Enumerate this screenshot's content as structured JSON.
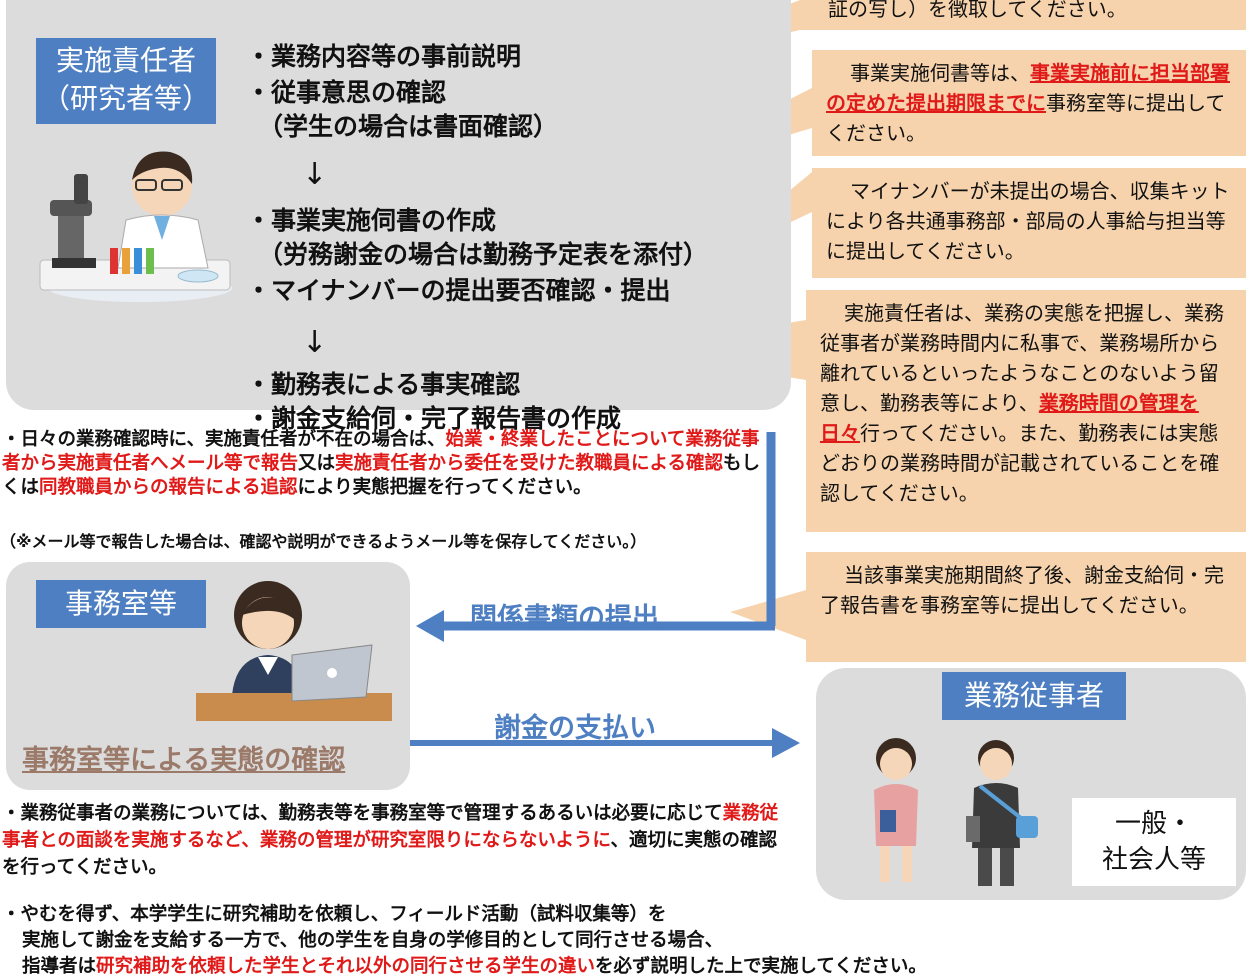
{
  "panel_top": {
    "role_label_line1": "実施責任者",
    "role_label_line2": "（研究者等）",
    "steps": [
      "・業務内容等の事前説明",
      "・従事意思の確認",
      "（学生の場合は書面確認）",
      "↓",
      "・事業実施伺書の作成",
      "（労務謝金の場合は勤務予定表を添付）",
      "・マイナンバーの提出要否確認・提出",
      "↓",
      "・勤務表による事実確認",
      "・謝金支給伺・完了報告書の作成"
    ]
  },
  "notes": {
    "note0": {
      "text": "証の写し）を徴取してください。"
    },
    "note1": {
      "pre": "事業実施伺書等は、",
      "red": "事業実施前に担当部署の定めた提出期限までに",
      "post": "事務室等に提出してください。"
    },
    "note2": {
      "text": "マイナンバーが未提出の場合、収集キットにより各共通事務部・部局の人事給与担当等に提出してください。"
    },
    "note3": {
      "pre": "実施責任者は、業務の実態を把握し、業務従事者が業務時間内に私事で、業務場所から離れているといったようなことのないよう留意し、勤務表等により、",
      "red": "業務時間の管理を日々",
      "post": "行ってください。また、勤務表には実態どおりの業務時間が記載されていることを確認してください。"
    },
    "note4": {
      "text": "当該事業実施期間終了後、謝金支給伺・完了報告書を事務室等に提出してください。"
    }
  },
  "middle_note": {
    "p1": "・日々の業務確認時に、実施責任者が不在の場合は、",
    "r1": "始業・終業したことについて業務従事者から実施責任者へメール等で報告",
    "p2": "又は",
    "r2": "実施責任者から委任を受けた教職員による確認",
    "p3": "もしくは",
    "r3": "同教職員からの報告による追認",
    "p4": "により実態把握を行ってください。",
    "sub": "（※メール等で報告した場合は、確認や説明ができるようメール等を保存してください。）"
  },
  "office": {
    "label": "事務室等",
    "confirm": "事務室等による実態の確認"
  },
  "flows": {
    "submit": "関係書類の提出",
    "pay": "謝金の支払い"
  },
  "worker": {
    "label": "業務従事者",
    "type_line1": "一般・",
    "type_line2": "社会人等"
  },
  "bottom_note1": {
    "p1": "・業務従事者の業務については、勤務表等を事務室等で管理するあるいは必要に応じて",
    "r1": "業務従事者との面談を実施するなど、業務の管理が研究室限りにならないように",
    "p2": "、適切に実態の確認を行ってください。"
  },
  "bottom_note2": {
    "line1": "・やむを得ず、本学学生に研究補助を依頼し、フィールド活動（試料収集等）を",
    "line2": "実施して謝金を支給する一方で、他の学生を自身の学修目的として同行させる場合、",
    "p3": "指導者は",
    "r3": "研究補助を依頼した学生とそれ以外の同行させる学生の違い",
    "p4": "を必ず説明した上で実施してください。"
  },
  "colors": {
    "accent_blue": "#4d7fc2",
    "panel_gray": "#dcdcdc",
    "note_peach": "#f6d3ac",
    "emphasis_red": "#e01919",
    "confirm_brown": "#9b7a6a"
  }
}
